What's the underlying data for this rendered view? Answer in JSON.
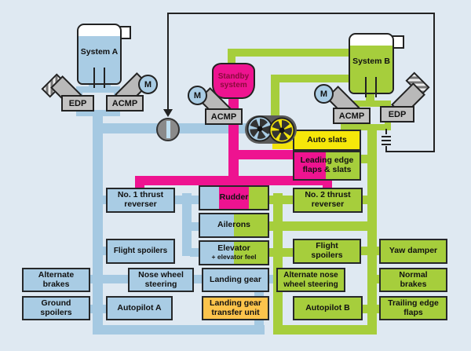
{
  "diagram": {
    "reservoirs": {
      "system_a": {
        "label": "System A"
      },
      "system_b": {
        "label": "System B"
      },
      "standby": {
        "label": "Standby\nsystem"
      }
    },
    "pumps": {
      "edp_a": {
        "label": "EDP"
      },
      "acmp_a": {
        "label": "ACMP",
        "motor": "M"
      },
      "acmp_standby": {
        "label": "ACMP",
        "motor": "M"
      },
      "acmp_b": {
        "label": "ACMP",
        "motor": "M"
      },
      "edp_b": {
        "label": "EDP"
      }
    },
    "components": {
      "auto_slats": {
        "label": "Auto slats"
      },
      "leading_edge": {
        "label": "Leading edge\nflaps & slats"
      },
      "no1_thrust": {
        "label": "No. 1 thrust\nreverser"
      },
      "no2_thrust": {
        "label": "No. 2 thrust\nreverser"
      },
      "rudder": {
        "label": "Rudder"
      },
      "ailerons": {
        "label": "Ailerons"
      },
      "elevator": {
        "label": "Elevator",
        "sublabel": "+ elevator feel"
      },
      "flight_spoilers_a": {
        "label": "Flight spoilers"
      },
      "flight_spoilers_b": {
        "label": "Flight\nspoilers"
      },
      "yaw_damper": {
        "label": "Yaw damper"
      },
      "alternate_brakes": {
        "label": "Alternate\nbrakes"
      },
      "nose_wheel_steering": {
        "label": "Nose wheel\nsteering"
      },
      "landing_gear": {
        "label": "Landing gear"
      },
      "alternate_nose_wheel_steering": {
        "label": "Alternate nose\nwheel steering"
      },
      "normal_brakes": {
        "label": "Normal\nbrakes"
      },
      "ground_spoilers": {
        "label": "Ground\nspoilers"
      },
      "autopilot_a": {
        "label": "Autopilot A"
      },
      "landing_gear_transfer_unit": {
        "label": "Landing gear\ntransfer unit"
      },
      "autopilot_b": {
        "label": "Autopilot B"
      },
      "trailing_edge_flaps": {
        "label": "Trailing edge\nflaps"
      }
    },
    "colors": {
      "system_a_blue": "#a9cce4",
      "system_b_green": "#a6ce3c",
      "standby_pink": "#ee1390",
      "auto_slats_yellow": "#f6e70a",
      "transfer_unit_orange": "#fcc44c",
      "pump_gray": "#b9b9b9",
      "background": "#dfe9f2"
    }
  }
}
